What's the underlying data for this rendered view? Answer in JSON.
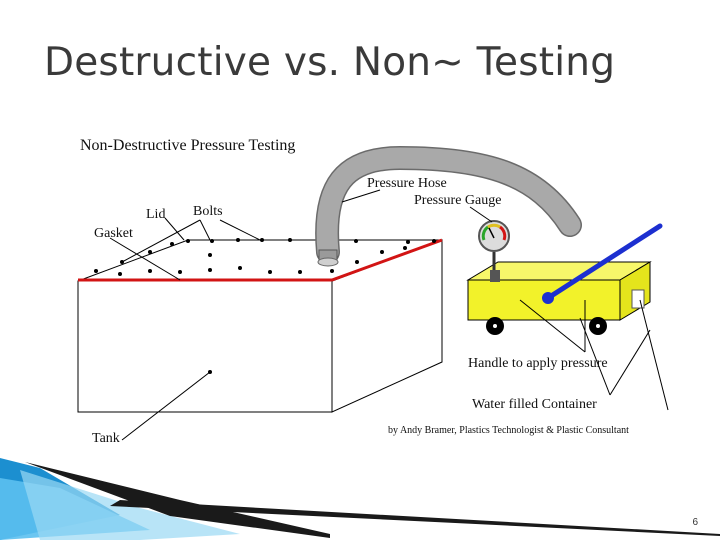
{
  "slide": {
    "title": "Destructive vs. Non~ Testing",
    "page_number": "6"
  },
  "diagram": {
    "heading": "Non-Destructive Pressure Testing",
    "labels": {
      "pressure_hose": "Pressure Hose",
      "pressure_gauge": "Pressure Gauge",
      "lid": "Lid",
      "bolts": "Bolts",
      "gasket": "Gasket",
      "handle": "Handle to apply pressure",
      "container": "Water filled Container",
      "tank": "Tank",
      "credit": "by Andy Bramer, Plastics Technologist & Plastic Consultant"
    },
    "colors": {
      "hose": "#a9a9a9",
      "cart": "#f2f22a",
      "handle": "#1c2fd0",
      "gasket": "#d21414"
    }
  }
}
